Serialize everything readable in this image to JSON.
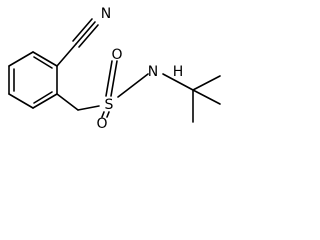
{
  "molecule": {
    "atoms": {
      "nitrile_n": "N",
      "sulfur": "S",
      "oxygen_top": "O",
      "oxygen_bottom": "O",
      "amine_n": "N",
      "amine_h": "H"
    }
  }
}
